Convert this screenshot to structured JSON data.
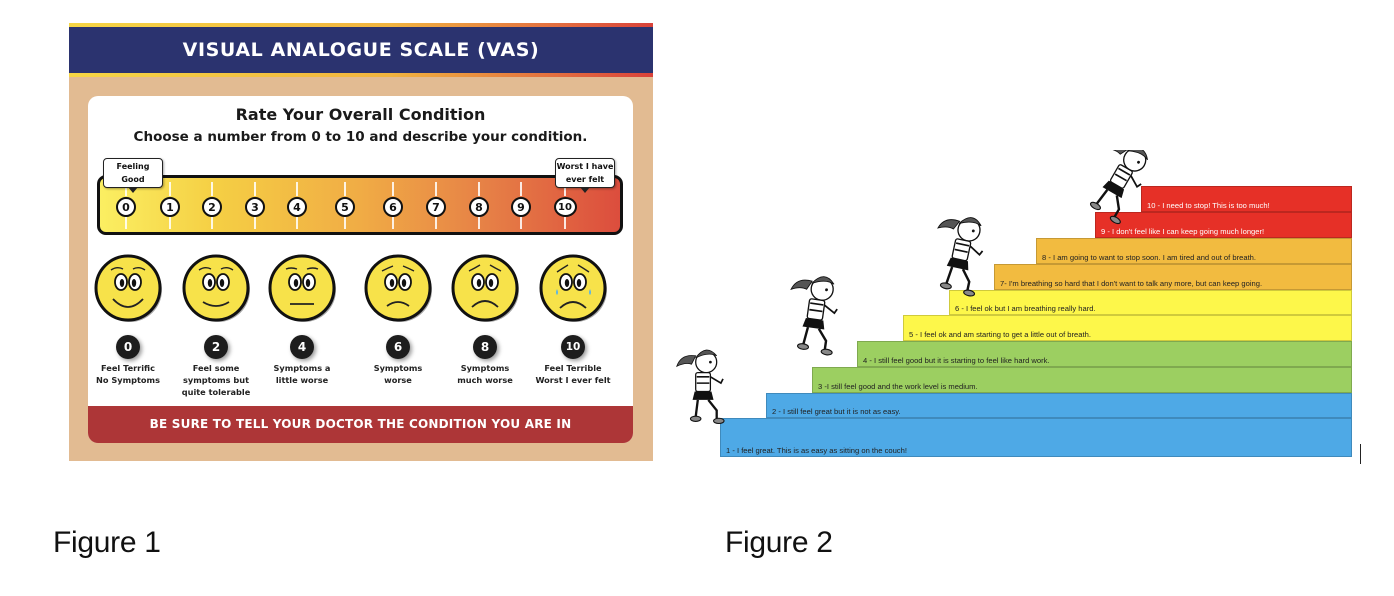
{
  "figure1": {
    "header_title": "VISUAL ANALOGUE SCALE (VAS)",
    "card_title": "Rate Your Overall Condition",
    "card_subtitle": "Choose a number from 0 to 10 and describe your condition.",
    "scale": {
      "numbers": [
        "0",
        "1",
        "2",
        "3",
        "4",
        "5",
        "6",
        "7",
        "8",
        "9",
        "10"
      ],
      "left_callout_line1": "Feeling",
      "left_callout_line2": "Good",
      "right_callout_line1": "Worst I have",
      "right_callout_line2": "ever felt",
      "gradient_colors": [
        "#fbef62",
        "#f0ac45",
        "#dc4d3d"
      ]
    },
    "faces": [
      {
        "value": "0",
        "expression": "big-smile",
        "description": "Feel Terrific\nNo Symptoms"
      },
      {
        "value": "2",
        "expression": "smile",
        "description": "Feel some\nsymptoms but\nquite tolerable"
      },
      {
        "value": "4",
        "expression": "neutral",
        "description": "Symptoms a\nlittle worse"
      },
      {
        "value": "6",
        "expression": "slight-frown",
        "description": "Symptoms\nworse"
      },
      {
        "value": "8",
        "expression": "frown",
        "description": "Symptoms\nmuch worse"
      },
      {
        "value": "10",
        "expression": "crying",
        "description": "Feel Terrible\nWorst I ever felt"
      }
    ],
    "footer_text": "BE SURE TO TELL YOUR DOCTOR THE CONDITION YOU ARE IN",
    "colors": {
      "header": "#2b336f",
      "background": "#e2bb92",
      "footer": "#ad3637",
      "face": "#f7e24a"
    }
  },
  "figure2": {
    "steps": [
      {
        "level": 1,
        "label": "1 - I feel great. This is as easy as sitting on the couch!",
        "color": "#4ea9e6"
      },
      {
        "level": 2,
        "label": "2 - I still feel great but it is not as easy.",
        "color": "#4ea9e6"
      },
      {
        "level": 3,
        "label": "3 -I still feel good and the work level is medium.",
        "color": "#9ccf61"
      },
      {
        "level": 4,
        "label": "4 - I still feel good but it is starting to feel like hard work.",
        "color": "#9ccf61"
      },
      {
        "level": 5,
        "label": "5 - I feel ok and am starting to get a little out of breath.",
        "color": "#fdf74a"
      },
      {
        "level": 6,
        "label": "6 - I feel ok but I am breathing really hard.",
        "color": "#fdf74a"
      },
      {
        "level": 7,
        "label": "7- I'm breathing so hard that I don't want to talk any more, but can keep going.",
        "color": "#f2bb40"
      },
      {
        "level": 8,
        "label": "8 - I am going to want to stop soon. I am tired and out of breath.",
        "color": "#f2bb40"
      },
      {
        "level": 9,
        "label": "9 - I don't feel like I can keep going much longer!",
        "color": "#e63027"
      },
      {
        "level": 10,
        "label": "10 - I need to stop! This is too much!",
        "color": "#e63027"
      }
    ],
    "illustration": "girl-climbing-stairs"
  },
  "captions": {
    "figure1": "Figure 1",
    "figure2": "Figure 2"
  }
}
